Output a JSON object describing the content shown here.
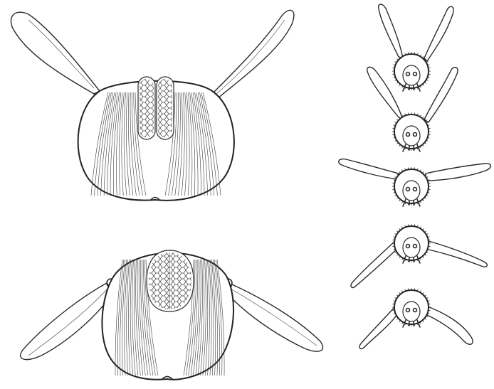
{
  "figure": {
    "panels": [
      {
        "id": "upper-section",
        "wing_position": "raised"
      },
      {
        "id": "lower-section",
        "wing_position": "lowered"
      }
    ],
    "wingbeat_sequence": {
      "frames": 5
    }
  }
}
